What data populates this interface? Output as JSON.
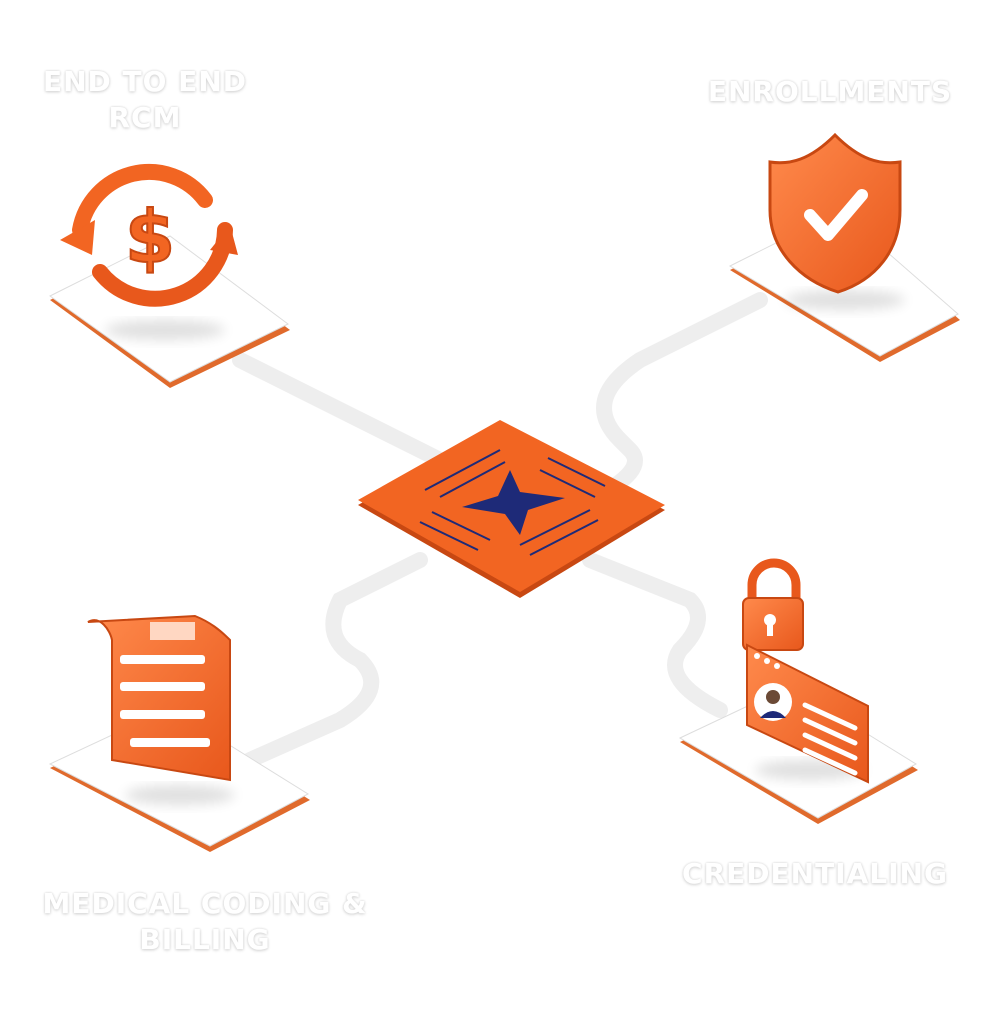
{
  "nodes": {
    "rcm": {
      "label": "END TO END RCM",
      "icon": "dollar-cycle-icon"
    },
    "enrollments": {
      "label": "ENROLLMENTS",
      "icon": "shield-check-icon"
    },
    "credentialing": {
      "label": "CREDENTIALING",
      "icon": "id-card-lock-icon"
    },
    "coding": {
      "label": "MEDICAL CODING & BILLING",
      "icon": "document-scroll-icon"
    }
  },
  "hub": {
    "icon": "compass-star-icon"
  },
  "colors": {
    "accent": "#f26522",
    "accent_dark": "#c84812",
    "accent_light": "#ff8a4c",
    "star": "#1e2a78",
    "platform_top": "#ffffff",
    "platform_edge": "#e06a2c"
  }
}
